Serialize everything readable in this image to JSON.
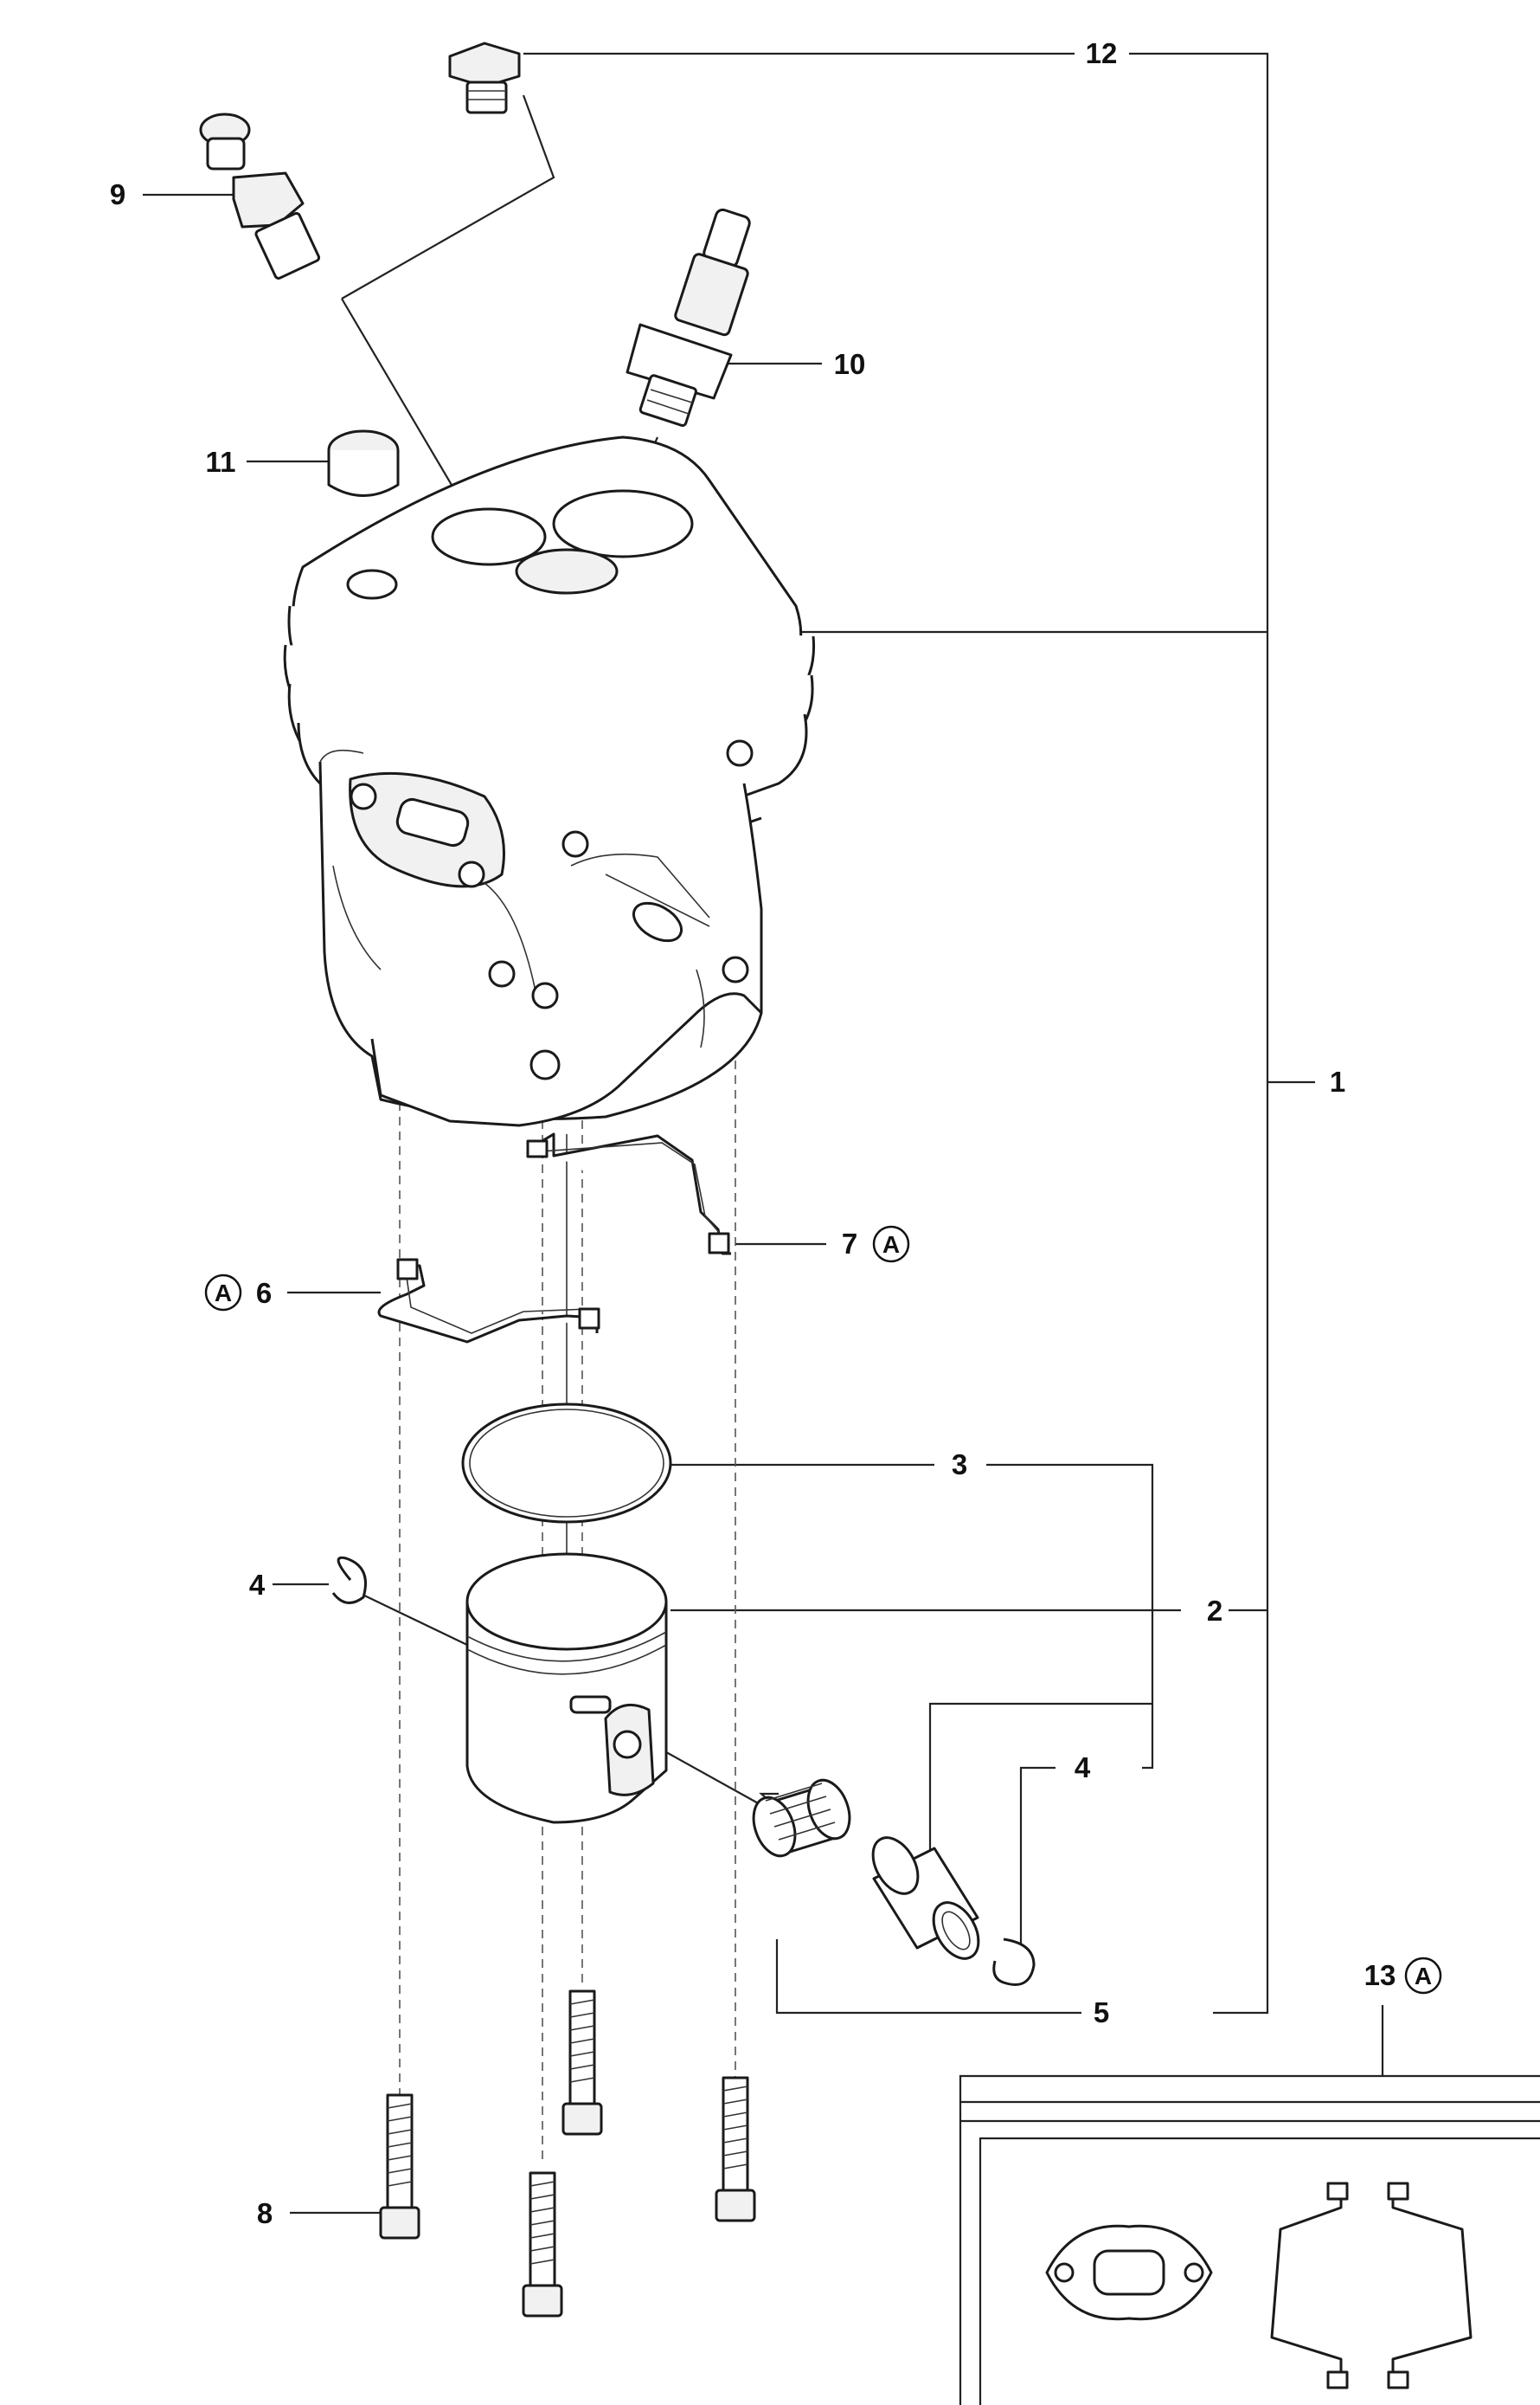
{
  "diagram": {
    "callouts": {
      "c1": "1",
      "c2": "2",
      "c3": "3",
      "c4a": "4",
      "c4b": "4",
      "c5": "5",
      "c6": "6",
      "c7": "7",
      "c8": "8",
      "c9": "9",
      "c10": "10",
      "c11": "11",
      "c12": "12",
      "c13": "13"
    },
    "marker": "A"
  }
}
